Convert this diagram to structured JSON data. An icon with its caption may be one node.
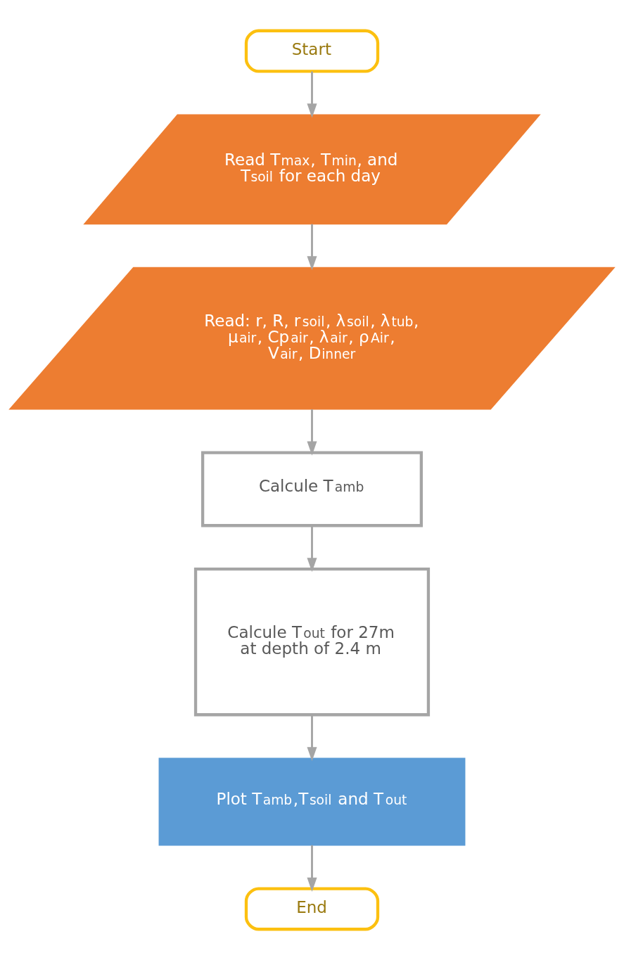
{
  "diagram": {
    "nodes": [
      {
        "text": [
          "Start"
        ]
      },
      {
        "text": [
          "Read T$_{max}$, T$_{min}$, and T$_{soil}$ for each day"
        ]
      },
      {
        "text": [
          "Read: r, R, r$_{soil}$, λ$_{soil}$, λ$_{tub}$, μ$_{air}$, Cp$_{air}$, λ$_{air}$, ρ$_{Air}$, V$_{air}$, D$_{inner}$"
        ]
      },
      {
        "text": [
          "Calcule T$_{amb}$"
        ]
      },
      {
        "text": [
          "Calcule T$_{out}$ for 27m at depth of 2.4 m"
        ]
      },
      {
        "text": [
          "Plot T$_{amb}$,T$_{soil}$ and T$_{out}$"
        ]
      },
      {
        "text": [
          "End"
        ]
      }
    ],
    "edges": [
      {
        "from": 0,
        "to": 1,
        "arrow": "to"
      },
      {
        "from": 1,
        "to": 2,
        "arrow": "to"
      },
      {
        "from": 2,
        "to": 3,
        "arrow": "to"
      },
      {
        "from": 3,
        "to": 4,
        "arrow": "to"
      },
      {
        "from": 4,
        "to": 5,
        "arrow": "to"
      },
      {
        "from": 5,
        "to": 6,
        "arrow": "to"
      }
    ]
  }
}
